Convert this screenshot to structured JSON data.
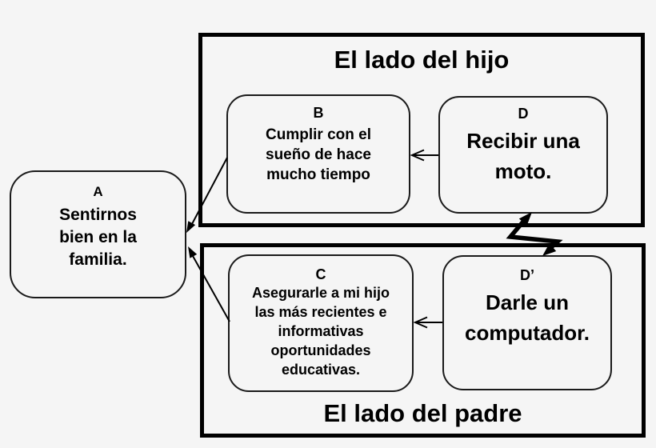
{
  "sections": {
    "top": {
      "title": "El lado del hijo"
    },
    "bottom": {
      "title": "El lado del padre"
    }
  },
  "nodes": {
    "a": {
      "label": "A",
      "text": "Sentirnos\nbien en la\nfamilia."
    },
    "b": {
      "label": "B",
      "text": "Cumplir con el\nsueño de hace\nmucho tiempo"
    },
    "c": {
      "label": "C",
      "text": "Asegurarle a mi hijo\nlas más recientes e\ninformativas\noportunidades\neducativas."
    },
    "d": {
      "label": "D",
      "text": "Recibir una\nmoto."
    },
    "d_prime": {
      "label": "D’",
      "text": "Darle un\ncomputador."
    }
  },
  "connectors": {
    "d_to_b": "D → B",
    "d_prime_to_c": "D’ → C",
    "b_to_a": "B → A",
    "c_to_a": "C → A",
    "conflict": "D ↯ D’"
  },
  "colors": {
    "background": "#f5f5f5",
    "stroke": "#000000",
    "text": "#000000"
  }
}
